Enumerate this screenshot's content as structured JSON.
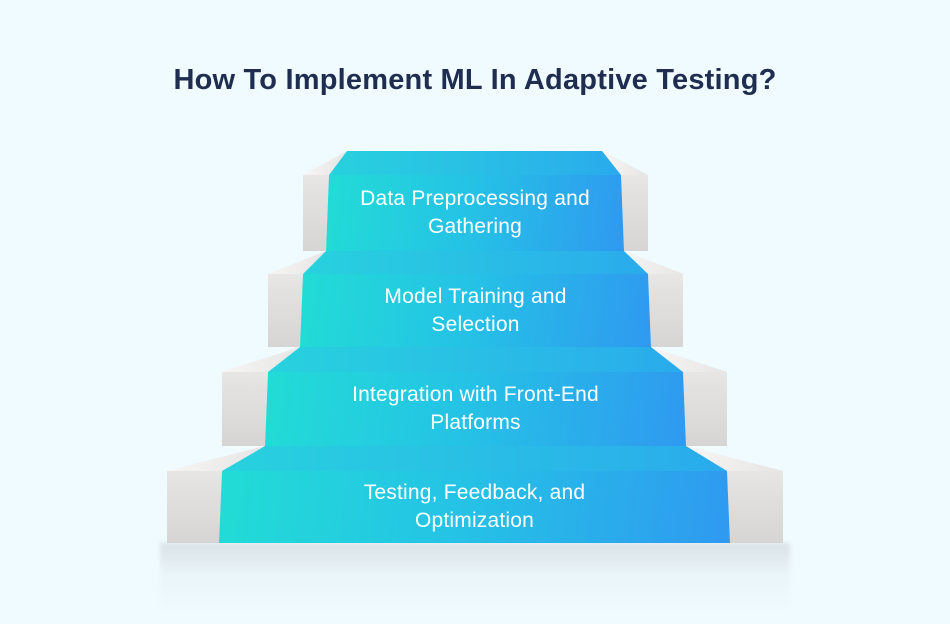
{
  "title": "How To Implement ML In Adaptive Testing?",
  "steps": [
    {
      "order": 1,
      "line1": "Data Preprocessing and",
      "line2": "Gathering"
    },
    {
      "order": 2,
      "line1": "Model Training and",
      "line2": "Selection"
    },
    {
      "order": 3,
      "line1": "Integration with Front-End",
      "line2": "Platforms"
    },
    {
      "order": 4,
      "line1": "Testing, Feedback, and",
      "line2": "Optimization"
    }
  ],
  "colors": {
    "background": "#effbfe",
    "title_text": "#1e2d50",
    "step_text": "#ffffff",
    "gradient_cyan": "#22dcd5",
    "gradient_blue": "#2f99f0",
    "side_wall_gray": "#e0dfde"
  }
}
